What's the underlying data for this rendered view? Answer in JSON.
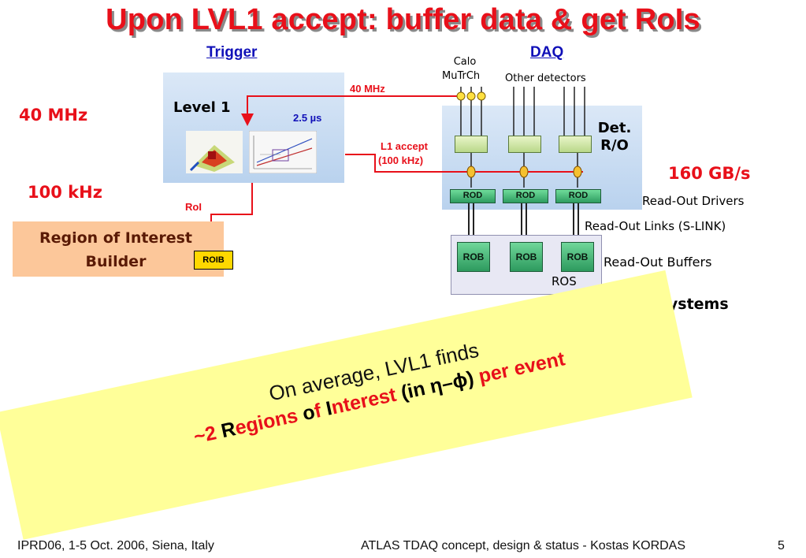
{
  "title": "Upon LVL1 accept: buffer data & get RoIs",
  "headers": {
    "trigger": "Trigger",
    "daq": "DAQ"
  },
  "rates": {
    "mhz40": "40 MHz",
    "khz100": "100 kHz",
    "gbs160": "160 GB/s"
  },
  "level1": {
    "label": "Level 1",
    "latency": "2.5 µs"
  },
  "arrows": {
    "mhz40": "40 MHz",
    "l1accept_line1": "L1 accept",
    "l1accept_line2": "(100 kHz)",
    "roi": "RoI"
  },
  "detectors": {
    "calo": "Calo",
    "mutrch": "MuTrCh",
    "other": "Other detectors",
    "det_ro_line1": "Det.",
    "det_ro_line2": "R/O"
  },
  "rod_labels": [
    "ROD",
    "ROD",
    "ROD"
  ],
  "rob_labels": [
    "ROB",
    "ROB",
    "ROB"
  ],
  "ros": "ROS",
  "side_labels": {
    "read_out_drivers": "Read-Out Drivers",
    "read_out_links": "Read-Out Links (S-LINK)",
    "read_out_buffers": "Read-Out Buffers",
    "read_out_systems": "Read-Out Systems"
  },
  "roib": {
    "line1": "Region of Interest",
    "line2": "Builder",
    "chip": "ROIB"
  },
  "note": {
    "line1": "On average, LVL1 finds",
    "tilde2": "~2 ",
    "R": "R",
    "egions": "egions ",
    "o": "o",
    "f": "f ",
    "I": "I",
    "nterest": "nterest ",
    "in_open": "(in ",
    "eta_phi": "η–ϕ",
    "close": ") ",
    "per_event": "per event"
  },
  "footer": {
    "left": "IPRD06, 1-5 Oct. 2006, Siena, Italy",
    "center": "ATLAS TDAQ concept, design & status - Kostas KORDAS",
    "page": "5"
  },
  "colors": {
    "title_red": "#e8101a",
    "header_blue": "#1010b8",
    "panel_blue": "#c6dcf4",
    "roib_orange": "#fcc79a",
    "note_yellow": "#ffff99"
  }
}
